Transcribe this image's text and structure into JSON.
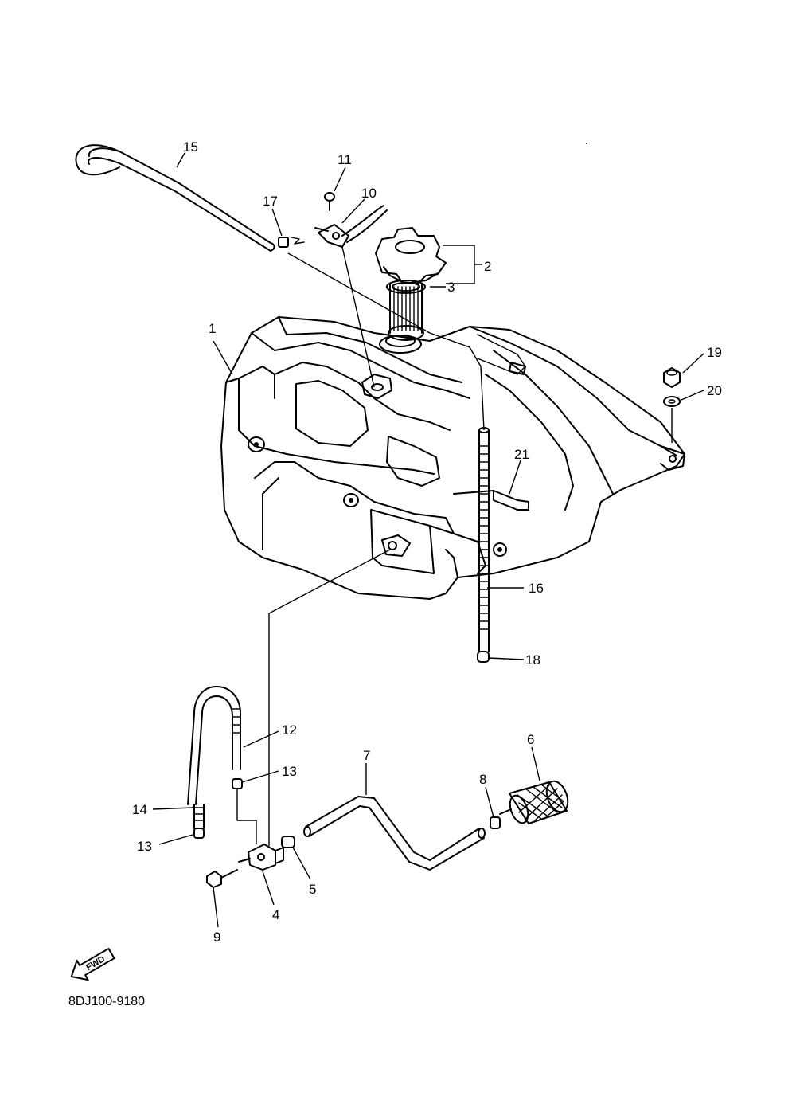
{
  "diagram": {
    "drawing_code": "8DJ100-9180",
    "direction_label": "FWD",
    "callouts": [
      {
        "id": "c1",
        "text": "1"
      },
      {
        "id": "c2",
        "text": "2"
      },
      {
        "id": "c3",
        "text": "3"
      },
      {
        "id": "c4",
        "text": "4"
      },
      {
        "id": "c5",
        "text": "5"
      },
      {
        "id": "c6",
        "text": "6"
      },
      {
        "id": "c7",
        "text": "7"
      },
      {
        "id": "c8",
        "text": "8"
      },
      {
        "id": "c9",
        "text": "9"
      },
      {
        "id": "c10",
        "text": "10"
      },
      {
        "id": "c11",
        "text": "11"
      },
      {
        "id": "c12",
        "text": "12"
      },
      {
        "id": "c13a",
        "text": "13"
      },
      {
        "id": "c13b",
        "text": "13"
      },
      {
        "id": "c14",
        "text": "14"
      },
      {
        "id": "c15",
        "text": "15"
      },
      {
        "id": "c16",
        "text": "16"
      },
      {
        "id": "c17",
        "text": "17"
      },
      {
        "id": "c18",
        "text": "18"
      },
      {
        "id": "c19",
        "text": "19"
      },
      {
        "id": "c20",
        "text": "20"
      },
      {
        "id": "c21",
        "text": "21"
      }
    ]
  }
}
